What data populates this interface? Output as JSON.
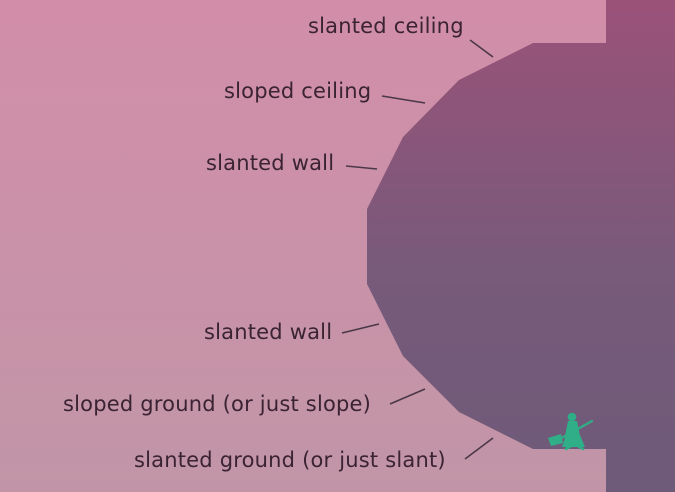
{
  "colors": {
    "background_top": "#d28ea8",
    "background_bottom": "#c195a7",
    "cave_top": "#9b5279",
    "cave_bottom": "#6e5a79",
    "leader_line": "#4a3848",
    "label_text": "#3a2333",
    "character": "#2fae87"
  },
  "labels": {
    "slanted_ceiling": "slanted ceiling",
    "sloped_ceiling": "sloped ceiling",
    "slanted_wall_upper": "slanted wall",
    "slanted_wall_lower": "slanted wall",
    "sloped_ground": "sloped ground (or just slope)",
    "slanted_ground": "slanted ground (or just slant)"
  },
  "icons": {
    "character": "witch-on-broom-icon"
  }
}
